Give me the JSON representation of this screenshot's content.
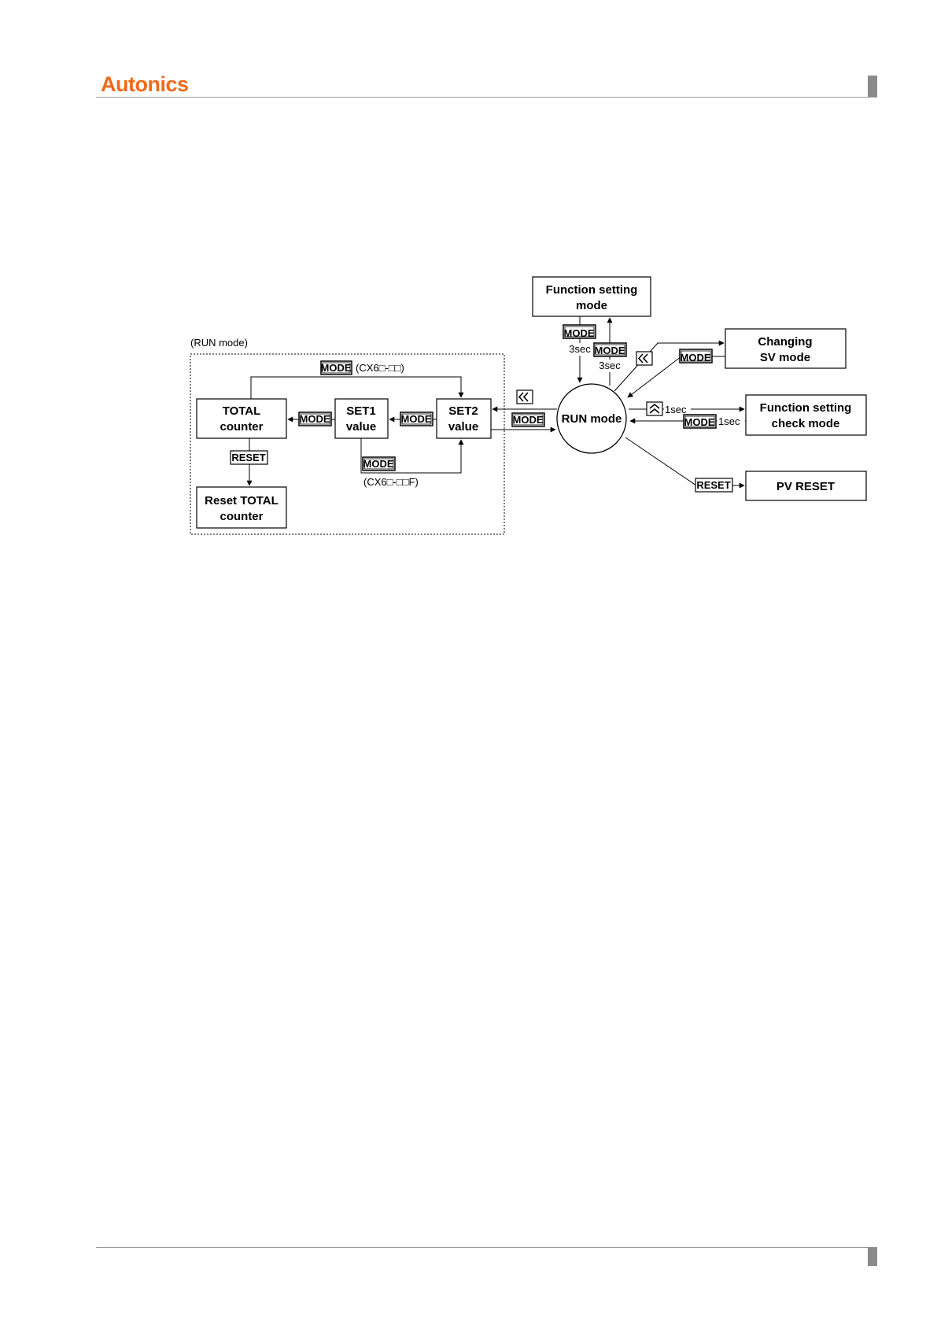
{
  "header": {
    "brand": "Autonics"
  },
  "diagram": {
    "run_group_label": "(RUN mode)",
    "boxes": {
      "total_counter": [
        "TOTAL",
        "counter"
      ],
      "set1_value": [
        "SET1",
        "value"
      ],
      "set2_value": [
        "SET2",
        "value"
      ],
      "reset_total_counter": [
        "Reset TOTAL",
        "counter"
      ],
      "function_setting_mode": [
        "Function setting",
        "mode"
      ],
      "changing_sv_mode": [
        "Changing",
        "SV mode"
      ],
      "function_setting_check_mode": [
        "Function setting",
        "check mode"
      ],
      "pv_reset": [
        "PV RESET"
      ]
    },
    "run_mode": "RUN mode",
    "keys": {
      "mode": "MODE",
      "reset": "RESET"
    },
    "annotations": {
      "model_top": "(CX6□-□□)",
      "model_bottom": "(CX6□-□□F)",
      "three_sec_left": "3sec",
      "three_sec_right": "3sec",
      "one_sec_up": "1sec",
      "one_sec_mode": "1sec"
    },
    "icons": [
      "shift-left-icon",
      "shift-left-icon",
      "up-arrow-icon"
    ]
  }
}
